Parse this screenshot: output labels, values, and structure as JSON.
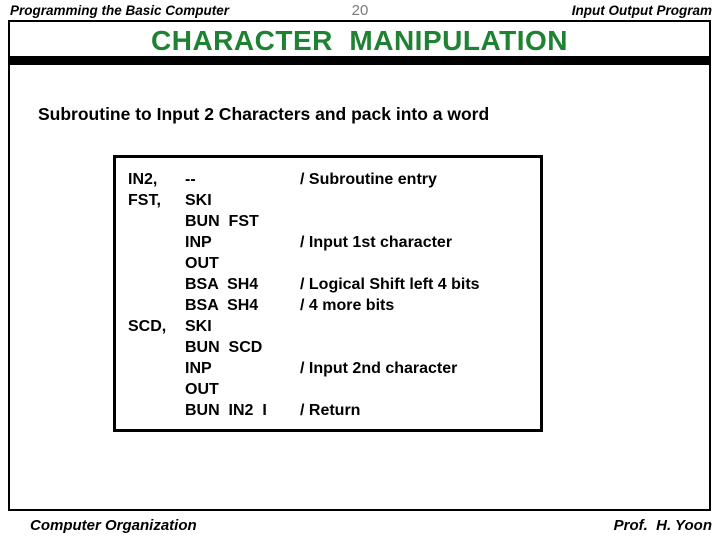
{
  "header": {
    "course_label": "Programming the Basic Computer",
    "page_number": "20",
    "section_label": "Input Output Program"
  },
  "title": "CHARACTER  MANIPULATION",
  "subtitle": "Subroutine to Input 2 Characters and pack into a word",
  "code_box": {
    "lines": [
      {
        "label": "IN2,",
        "instruction": "--",
        "comment": "/ Subroutine entry"
      },
      {
        "label": "FST,",
        "instruction": "SKI",
        "comment": ""
      },
      {
        "label": "",
        "instruction": "BUN  FST",
        "comment": ""
      },
      {
        "label": "",
        "instruction": "INP",
        "comment": "/ Input 1st character"
      },
      {
        "label": "",
        "instruction": "OUT",
        "comment": ""
      },
      {
        "label": "",
        "instruction": "BSA  SH4",
        "comment": "/ Logical Shift left 4 bits"
      },
      {
        "label": "",
        "instruction": "BSA  SH4",
        "comment": "/ 4 more bits"
      },
      {
        "label": "SCD,",
        "instruction": "SKI",
        "comment": ""
      },
      {
        "label": "",
        "instruction": "BUN  SCD",
        "comment": ""
      },
      {
        "label": "",
        "instruction": "INP",
        "comment": "/ Input 2nd character"
      },
      {
        "label": "",
        "instruction": "OUT",
        "comment": ""
      },
      {
        "label": "",
        "instruction": "BUN  IN2  I",
        "comment": "/ Return"
      }
    ]
  },
  "footer": {
    "left": "Computer Organization",
    "right": "Prof.  H. Yoon"
  },
  "colors": {
    "title_green": "#1e8232",
    "page_number_gray": "#7a7a7a",
    "text_black": "#000000"
  }
}
